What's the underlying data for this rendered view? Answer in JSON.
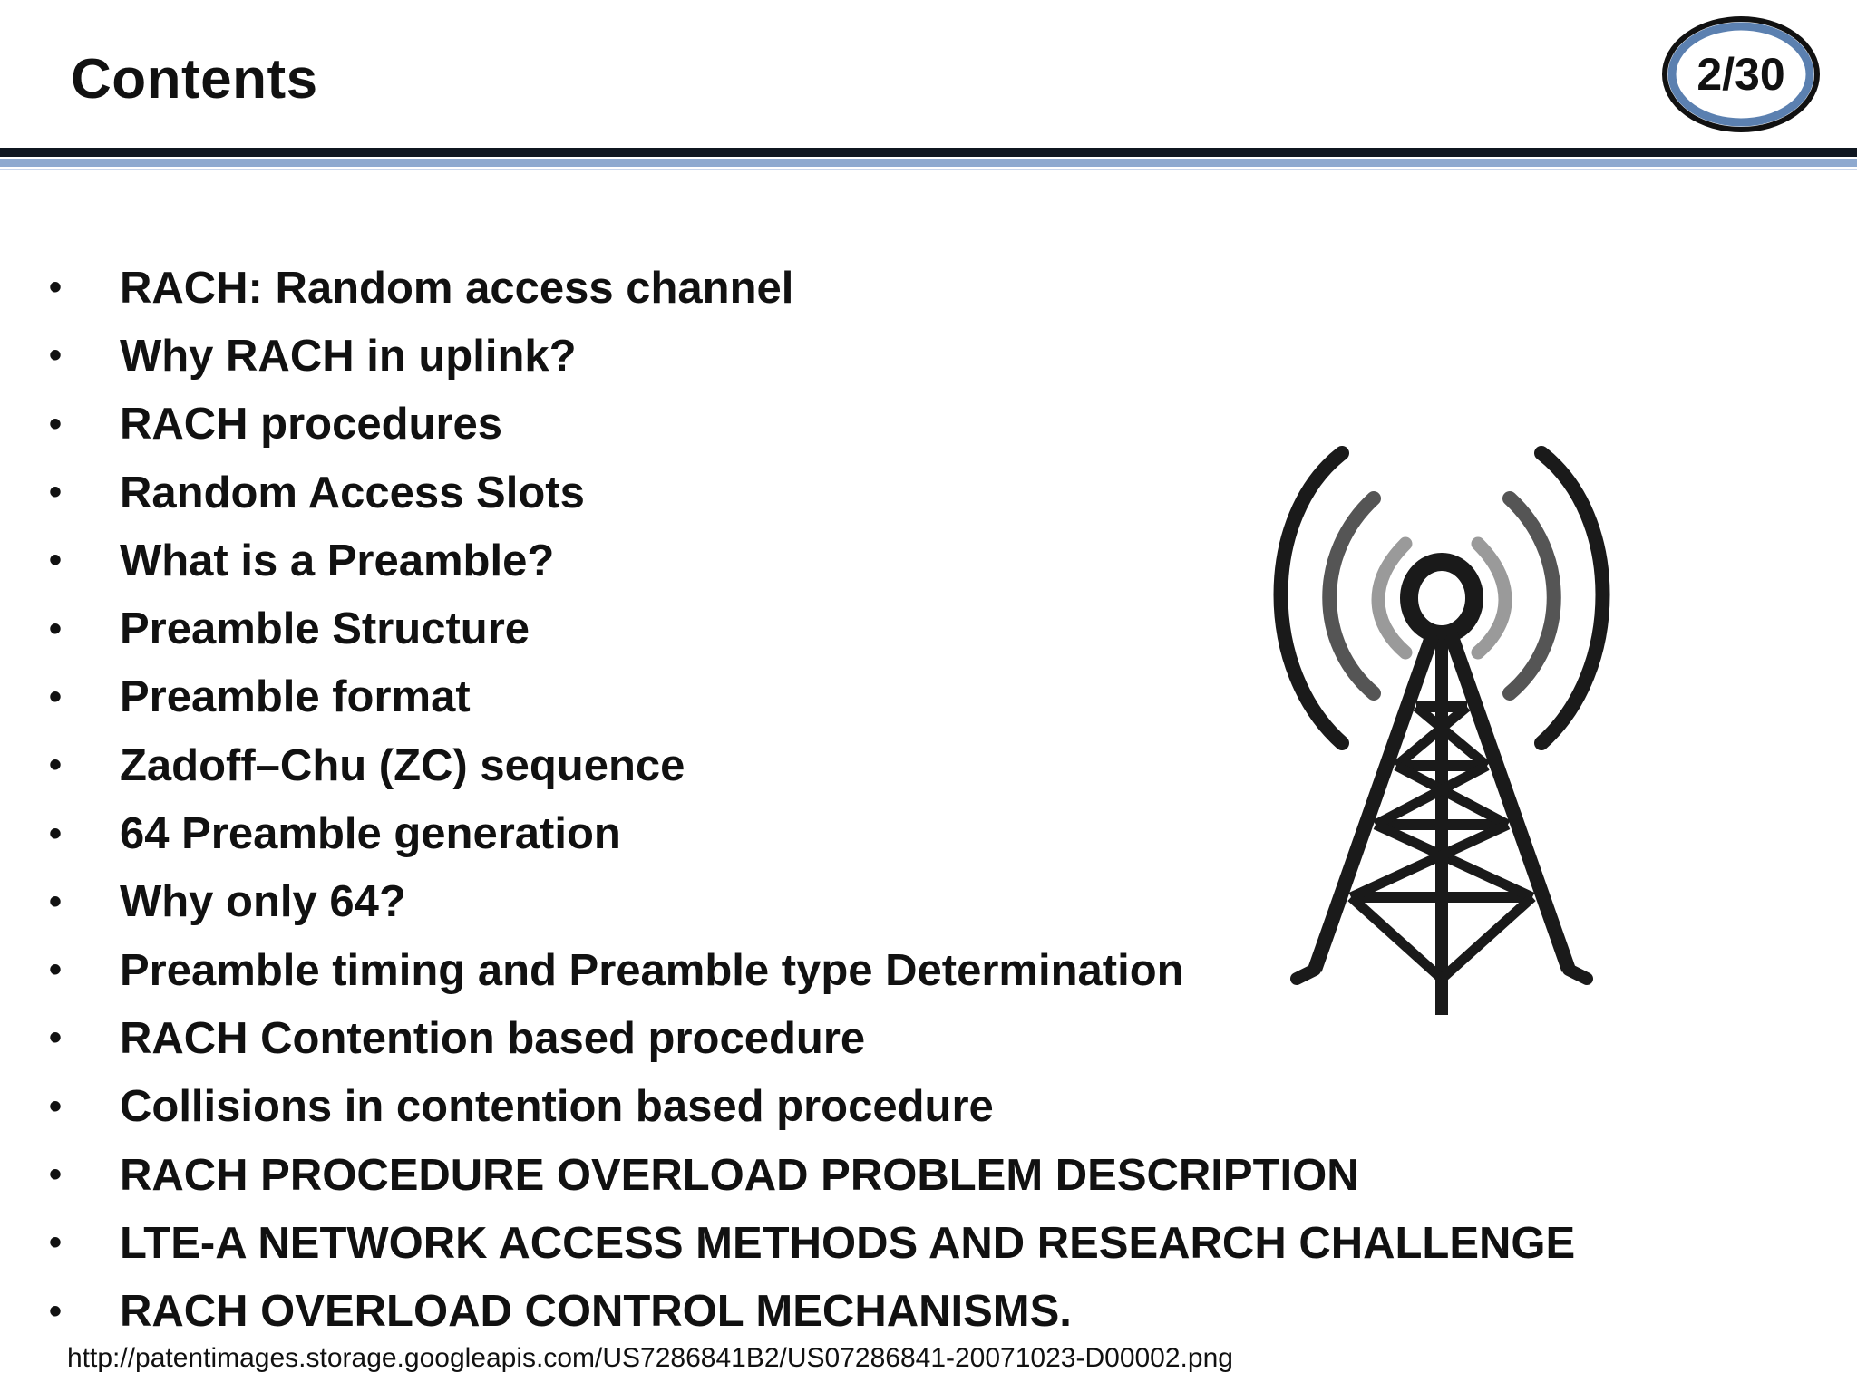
{
  "slide": {
    "title": "Contents",
    "page_number": "2/30",
    "items": [
      "RACH: Random access channel",
      "Why RACH in uplink?",
      "RACH procedures",
      "Random Access Slots",
      "What is a Preamble?",
      "Preamble Structure",
      "Preamble format",
      "Zadoff–Chu (ZC) sequence",
      "64 Preamble generation",
      "Why only 64?",
      "Preamble timing and Preamble type Determination",
      "RACH Contention based procedure",
      "Collisions in contention based procedure",
      "RACH PROCEDURE OVERLOAD PROBLEM DESCRIPTION",
      "LTE-A NETWORK ACCESS METHODS AND RESEARCH CHALLENGE",
      "RACH OVERLOAD CONTROL MECHANISMS."
    ],
    "bullet_glyph": "•",
    "source_url": "http://patentimages.storage.googleapis.com/US7286841B2/US07286841-20071023-D00002.png",
    "image": {
      "icon": "radio-tower-icon"
    },
    "colors": {
      "rule_dark": "#0f1620",
      "rule_light": "#8ea9cf",
      "badge_ring": "#5b80b0"
    }
  }
}
